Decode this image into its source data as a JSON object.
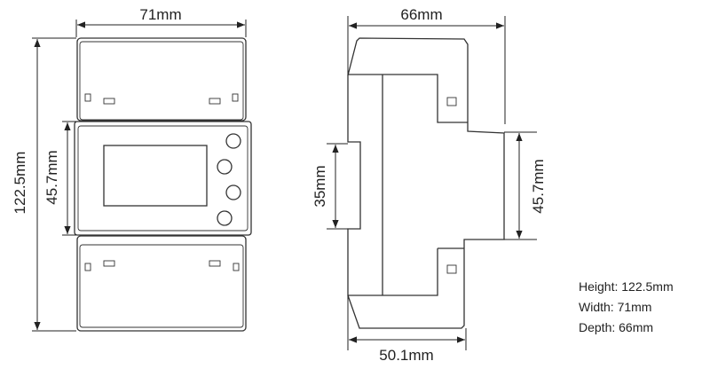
{
  "front_view": {
    "width_label": "71mm",
    "height_label": "122.5mm",
    "middle_height_label": "45.7mm"
  },
  "side_view": {
    "depth_label": "66mm",
    "din_rail_label": "35mm",
    "middle_height_label": "45.7mm",
    "base_depth_label": "50.1mm"
  },
  "specs": {
    "height": "Height: 122.5mm",
    "width": "Width: 71mm",
    "depth": "Depth: 66mm"
  }
}
